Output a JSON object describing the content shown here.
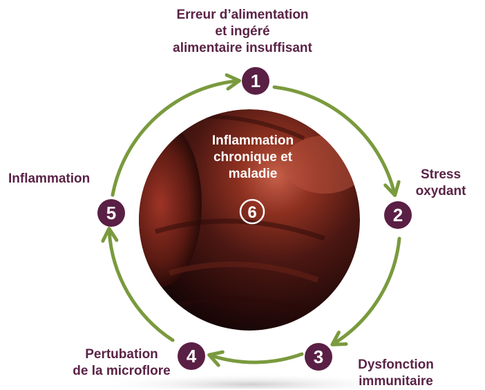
{
  "diagram": {
    "steps": [
      {
        "number": "1",
        "lines": [
          "Erreur d’alimentation",
          "et ingéré",
          "alimentaire insuffisant"
        ]
      },
      {
        "number": "2",
        "lines": [
          "Stress",
          "oxydant"
        ]
      },
      {
        "number": "3",
        "lines": [
          "Dysfonction",
          "immunitaire"
        ]
      },
      {
        "number": "4",
        "lines": [
          "Pertubation",
          "de la microflore"
        ]
      },
      {
        "number": "5",
        "lines": [
          "Inflammation"
        ]
      }
    ],
    "center": {
      "number": "6",
      "lines": [
        "Inflammation",
        "chronique et",
        "maladie"
      ]
    }
  },
  "colors": {
    "badge": "#5a1f44",
    "arrow": "#7a9a3e",
    "text": "#5a2346",
    "center_text": "#ffffff"
  }
}
